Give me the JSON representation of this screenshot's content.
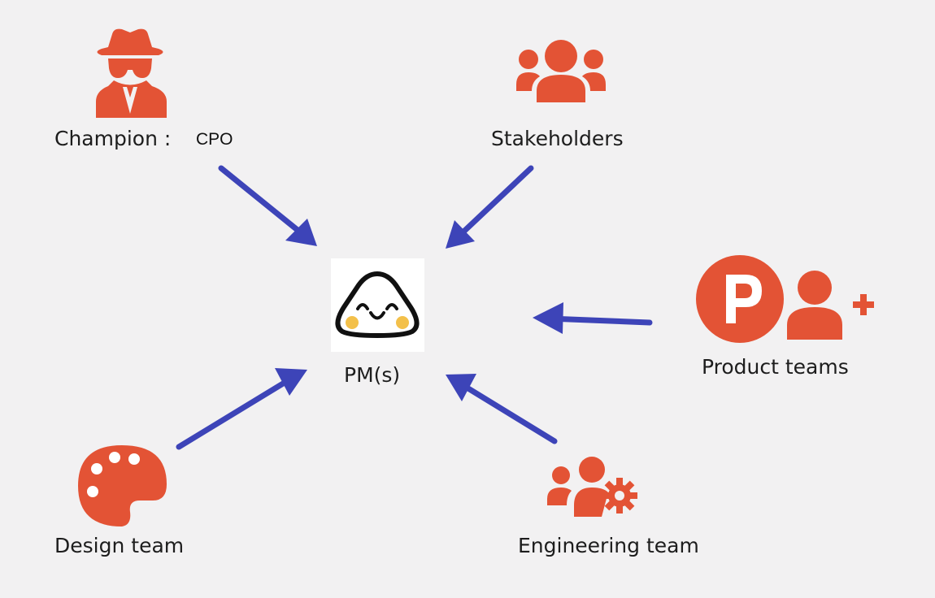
{
  "nodes": {
    "champion": {
      "label": "Champion :",
      "role": "CPO",
      "icon": "spy-icon"
    },
    "stakeholders": {
      "label": "Stakeholders",
      "icon": "users-group-icon"
    },
    "product_teams": {
      "label": "Product teams",
      "icon": "product-p-add-user-icon"
    },
    "design_team": {
      "label": "Design team",
      "icon": "palette-icon"
    },
    "engineering_team": {
      "label": "Engineering team",
      "icon": "users-gear-icon"
    },
    "pm": {
      "label": "PM(s)",
      "icon": "onigiri-smile-icon"
    }
  },
  "colors": {
    "icon": "#e35335",
    "arrow": "#3d44b8",
    "background": "#f2f1f2"
  }
}
